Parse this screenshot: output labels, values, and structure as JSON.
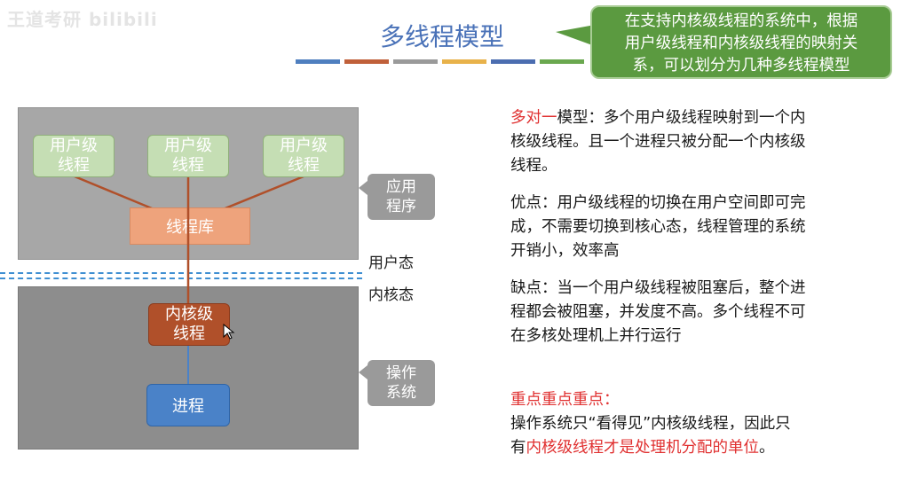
{
  "watermark": "王道考研 bilibili",
  "title": "多线程模型",
  "callout": {
    "line1": "在支持内核级线程的系统中，根据",
    "line2": "用户级线程和内核级线程的映射关",
    "line3": "系，可以划分为几种多线程模型"
  },
  "title_bar_colors": [
    "#4f7fbf",
    "#c0603a",
    "#9a9a9a",
    "#e8b24a",
    "#4b6db0",
    "#6aa84f"
  ],
  "diagram": {
    "user_threads": [
      {
        "line1": "用户级",
        "line2": "线程"
      },
      {
        "line1": "用户级",
        "line2": "线程"
      },
      {
        "line1": "用户级",
        "line2": "线程"
      }
    ],
    "thread_lib": "线程库",
    "kernel_thread": {
      "line1": "内核级",
      "line2": "线程"
    },
    "process": "进程",
    "app_tag": {
      "line1": "应用",
      "line2": "程序"
    },
    "os_tag": {
      "line1": "操作",
      "line2": "系统"
    },
    "user_mode": "用户态",
    "kernel_mode": "内核态"
  },
  "text": {
    "model_name": "多对一",
    "model_rest1": "模型：多个用户级线程映射到一个内",
    "model_line2": "核级线程。且一个进程只被分配一个内核级",
    "model_line3": "线程。",
    "pro_line1": "优点：用户级线程的切换在用户空间即可完",
    "pro_line2": "成，不需要切换到核心态，线程管理的系统",
    "pro_line3": "开销小，效率高",
    "con_line1": "缺点：当一个用户级线程被阻塞后，整个进",
    "con_line2": "程都会被阻塞，并发度不高。多个线程不可",
    "con_line3": "在多核处理机上并行运行",
    "key_title": "重点重点重点：",
    "key_line1": "操作系统只“看得见”内核级线程，因此只",
    "key_line2a": "有",
    "key_line2b": "内核级线程才是处理机分配的单位",
    "key_line2c": "。"
  }
}
